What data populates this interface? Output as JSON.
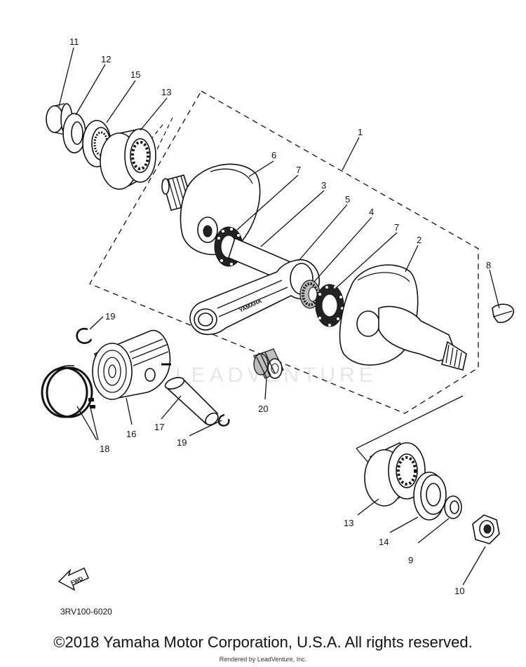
{
  "watermark": "LEADVENTURE",
  "diagram_code": "3RV100-6020",
  "fwd_label": "FWD",
  "brand_on_rod": "YAMAHA",
  "callouts": [
    "11",
    "12",
    "15",
    "13",
    "1",
    "6",
    "7",
    "3",
    "5",
    "4",
    "7",
    "2",
    "8",
    "19",
    "16",
    "17",
    "19",
    "18",
    "20",
    "13",
    "14",
    "9",
    "10"
  ],
  "footer": {
    "copyright": "©2018 Yamaha Motor Corporation, U.S.A. All rights reserved.",
    "rendered_by": "Rendered by LeadVenture, Inc."
  }
}
